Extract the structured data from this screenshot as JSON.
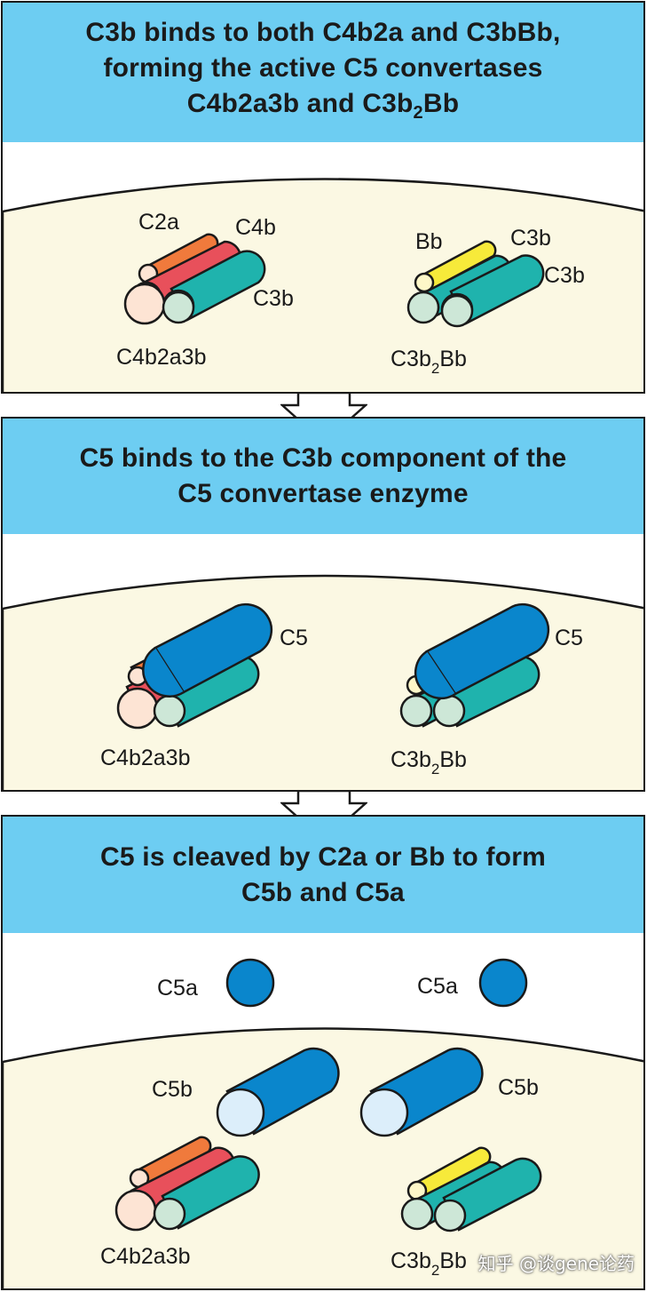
{
  "colors": {
    "header_bg": "#6dcdf2",
    "membrane_fill": "#fbf8e3",
    "c2a": "#f07a3c",
    "c4b": "#e8505b",
    "c3b": "#1fb3ad",
    "bb": "#f7ea3a",
    "c5": "#0a86cc",
    "c5_end": "#dceefa"
  },
  "steps": [
    {
      "title_lines": [
        "C3b binds to both C4b2a and C3bBb,",
        "forming the active C5 convertases",
        "C4b2a3b and C3b₂Bb"
      ],
      "labels": {
        "c2a": "C2a",
        "c4b": "C4b",
        "c3b_left": "C3b",
        "complex_left": "C4b2a3b",
        "bb": "Bb",
        "c3b_right_top": "C3b",
        "c3b_right_bottom": "C3b",
        "complex_right_main": "C3b",
        "complex_right_sub": "2",
        "complex_right_tail": "Bb"
      }
    },
    {
      "title_lines": [
        "C5 binds to the C3b component of the",
        "C5 convertase enzyme"
      ],
      "labels": {
        "c5_left": "C5",
        "c5_right": "C5",
        "complex_left": "C4b2a3b",
        "complex_right_main": "C3b",
        "complex_right_sub": "2",
        "complex_right_tail": "Bb"
      }
    },
    {
      "title_lines": [
        "C5 is cleaved by C2a or Bb to form",
        "C5b and C5a"
      ],
      "labels": {
        "c5a_left": "C5a",
        "c5a_right": "C5a",
        "c5b_left": "C5b",
        "c5b_right": "C5b",
        "complex_left": "C4b2a3b",
        "complex_right_main": "C3b",
        "complex_right_sub": "2",
        "complex_right_tail": "Bb"
      }
    }
  ],
  "watermark": "知乎 @谈gene论药"
}
